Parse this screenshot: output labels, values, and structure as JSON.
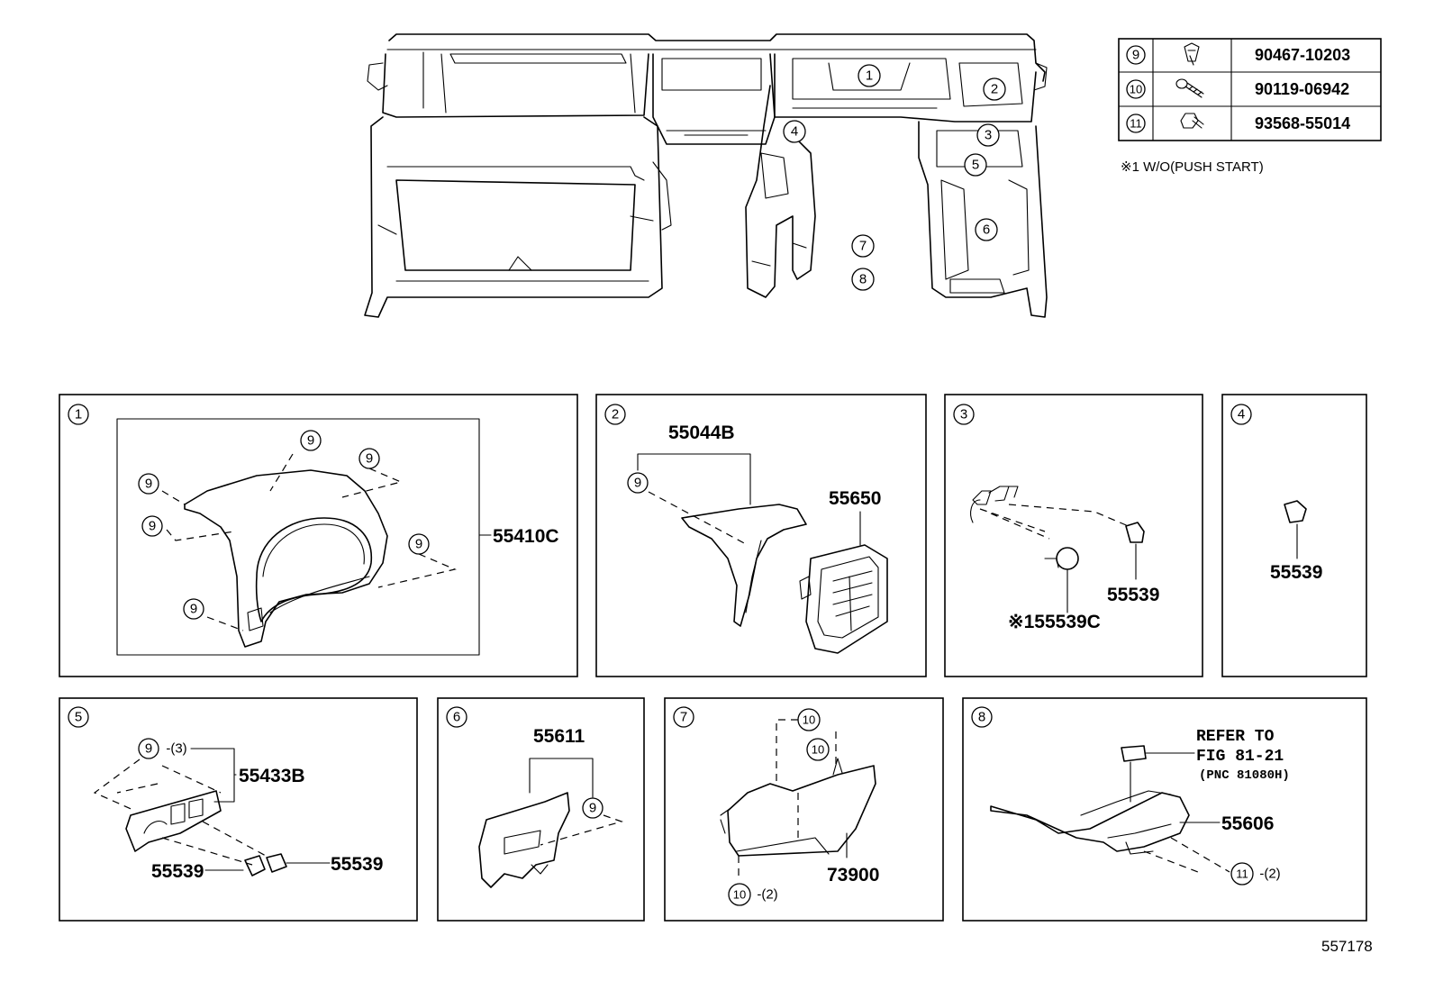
{
  "fastener_table": [
    {
      "ref": "9",
      "icon": "clip-icon",
      "part_no": "90467-10203"
    },
    {
      "ref": "10",
      "icon": "screw-icon",
      "part_no": "90119-06942"
    },
    {
      "ref": "11",
      "icon": "bolt-icon",
      "part_no": "93568-55014"
    }
  ],
  "note": "※1 W/O(PUSH START)",
  "overview_callouts": [
    "1",
    "2",
    "3",
    "4",
    "5",
    "6",
    "7",
    "8"
  ],
  "panels": [
    {
      "id": "1",
      "parts": [
        "55410C"
      ],
      "callouts": [
        "9",
        "9",
        "9",
        "9",
        "9",
        "9"
      ]
    },
    {
      "id": "2",
      "parts": [
        "55044B",
        "55650"
      ],
      "callouts": [
        "9"
      ]
    },
    {
      "id": "3",
      "parts": [
        "55539",
        "※155539C"
      ],
      "callouts": []
    },
    {
      "id": "4",
      "parts": [
        "55539"
      ],
      "callouts": []
    },
    {
      "id": "5",
      "parts": [
        "55433B",
        "55539",
        "55539"
      ],
      "callouts": [
        "9"
      ],
      "qty": "-(3)"
    },
    {
      "id": "6",
      "parts": [
        "55611"
      ],
      "callouts": [
        "9"
      ]
    },
    {
      "id": "7",
      "parts": [
        "73900"
      ],
      "callouts": [
        "10",
        "10",
        "10"
      ],
      "qty": "-(2)"
    },
    {
      "id": "8",
      "parts": [
        "55606"
      ],
      "callouts": [
        "11"
      ],
      "qty": "-(2)",
      "refer": [
        "REFER TO",
        "FIG 81-21",
        "(PNC 81080H)"
      ]
    }
  ],
  "figure_number": "557178"
}
